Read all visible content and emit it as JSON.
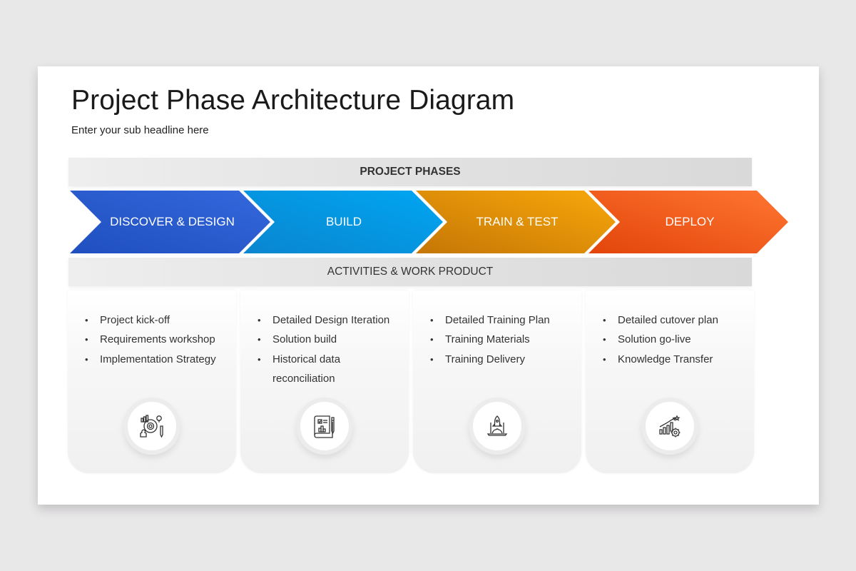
{
  "slide": {
    "title": "Project Phase Architecture Diagram",
    "subtitle": "Enter your sub headline here"
  },
  "bands": {
    "phases_header": "PROJECT PHASES",
    "activities_header": "ACTIVITIES & WORK PRODUCT"
  },
  "phases": [
    {
      "label": "DISCOVER & DESIGN",
      "color_start": "#1f4fbf",
      "color_end": "#3468dc",
      "items": [
        "Project kick-off",
        "Requirements workshop",
        "Implementation Strategy"
      ],
      "icon": "strategy-icon"
    },
    {
      "label": "BUILD",
      "color_start": "#0a85cf",
      "color_end": "#00a6f2",
      "items": [
        "Detailed Design Iteration",
        "Solution build",
        "Historical data reconciliation"
      ],
      "icon": "blueprint-icon"
    },
    {
      "label": "TRAIN & TEST",
      "color_start": "#c97a06",
      "color_end": "#f6a50a",
      "items": [
        "Detailed Training Plan",
        "Training Materials",
        "Training Delivery"
      ],
      "icon": "rocket-laptop-icon"
    },
    {
      "label": "DEPLOY",
      "color_start": "#e2450a",
      "color_end": "#ff7430",
      "items": [
        "Detailed cutover plan",
        "Solution go-live",
        "Knowledge Transfer"
      ],
      "icon": "growth-chart-gear-icon"
    }
  ]
}
